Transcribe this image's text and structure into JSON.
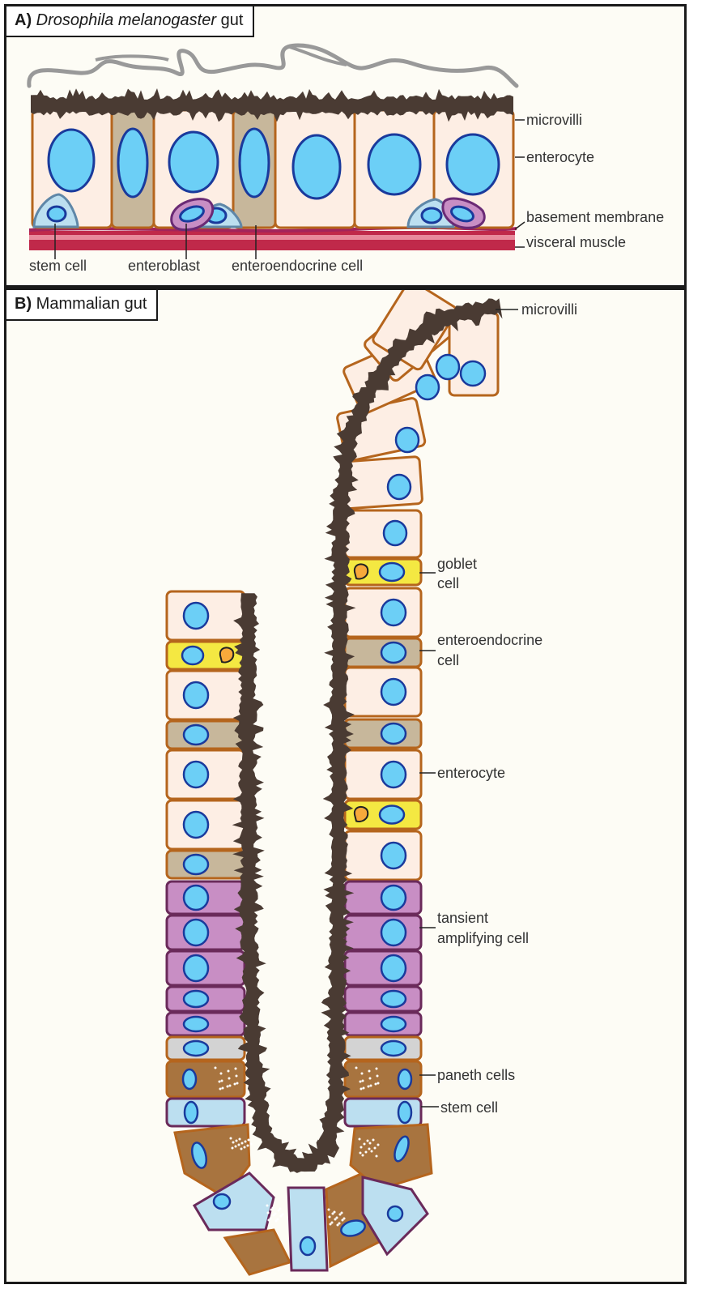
{
  "panel_a": {
    "label_letter": "A)",
    "label_italic": "Drosophila melanogaster",
    "label_rest": " gut",
    "labels": {
      "microvilli": "microvilli",
      "enterocyte": "enterocyte",
      "basement_membrane": "basement membrane",
      "visceral_muscle": "visceral muscle",
      "stem_cell": "stem cell",
      "enteroblast": "enteroblast",
      "enteroendocrine_cell": "enteroendocrine cell"
    }
  },
  "panel_b": {
    "label_letter": "B)",
    "label_title": "Mammalian gut",
    "labels": {
      "microvilli": "microvilli",
      "goblet_1": "goblet",
      "goblet_2": "cell",
      "enteroendocrine_1": "enteroendocrine",
      "enteroendocrine_2": "cell",
      "enterocyte": "enterocyte",
      "ta_1": "tansient",
      "ta_2": "amplifying cell",
      "paneth": "paneth cells",
      "stem": "stem cell"
    }
  },
  "colors": {
    "enterocyte": "#fdeee4",
    "cell_border": "#b5651d",
    "nucleus": "#6ccff6",
    "nucleus_border": "#1a3a9c",
    "enteroendocrine": "#c7b79b",
    "goblet": "#f4e842",
    "goblet_granule": "#f7a93b",
    "transit_amplifying": "#c88ec4",
    "paneth": "#a8743f",
    "stem": "#bcdff0",
    "microvilli": "#4a3b33",
    "muscle": "#c0294a",
    "basement_membrane": "#a3245b",
    "gray_cell": "#d3d3d3"
  }
}
